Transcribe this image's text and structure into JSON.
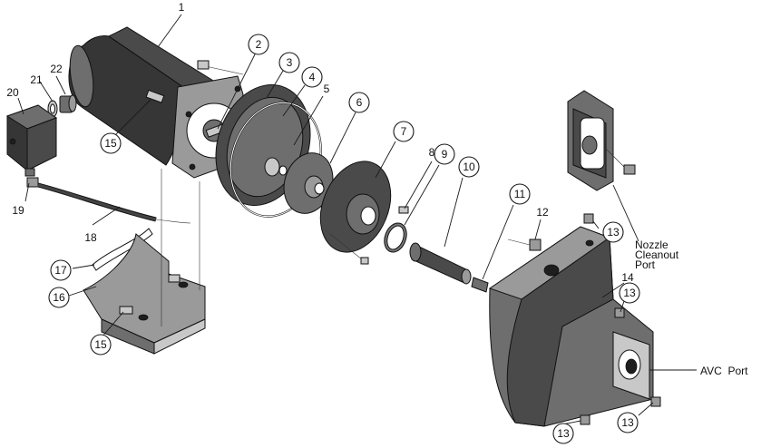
{
  "diagram": {
    "parts": [
      {
        "number": "1",
        "id": "motor"
      },
      {
        "number": "2",
        "id": "shaft-seal-seat"
      },
      {
        "number": "3",
        "id": "seal-plate"
      },
      {
        "number": "4",
        "id": "seal-plate-gasket"
      },
      {
        "number": "5",
        "id": "shaft-seal"
      },
      {
        "number": "6",
        "id": "impeller"
      },
      {
        "number": "7",
        "id": "diffuser"
      },
      {
        "number": "8",
        "id": "diffuser-screw"
      },
      {
        "number": "9",
        "id": "o-ring"
      },
      {
        "number": "10",
        "id": "venturi"
      },
      {
        "number": "11",
        "id": "nozzle"
      },
      {
        "number": "12",
        "id": "pipe-plug"
      },
      {
        "number": "13",
        "id": "drain-plug"
      },
      {
        "number": "14",
        "id": "pump-body"
      },
      {
        "number": "15",
        "id": "bolt"
      },
      {
        "number": "16",
        "id": "base"
      },
      {
        "number": "17",
        "id": "base-pad"
      },
      {
        "number": "18",
        "id": "pressure-tube"
      },
      {
        "number": "19",
        "id": "tube-fitting"
      },
      {
        "number": "20",
        "id": "pressure-switch"
      },
      {
        "number": "21",
        "id": "connector-nut"
      },
      {
        "number": "22",
        "id": "cable-connector"
      }
    ],
    "labels": {
      "nozzle_cleanout_line1": "Nozzle",
      "nozzle_cleanout_line2": "Cleanout",
      "nozzle_cleanout_line3": "Port",
      "avc_port": "AVC  Port"
    }
  }
}
